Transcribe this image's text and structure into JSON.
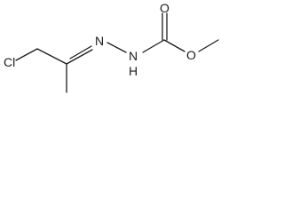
{
  "molecule": {
    "atoms": {
      "chlorine": "Cl",
      "imine_nitrogen": "N",
      "amine_nitrogen": "N",
      "amine_hydrogen": "H",
      "carbonyl_oxygen": "O",
      "ester_oxygen": "O"
    }
  }
}
